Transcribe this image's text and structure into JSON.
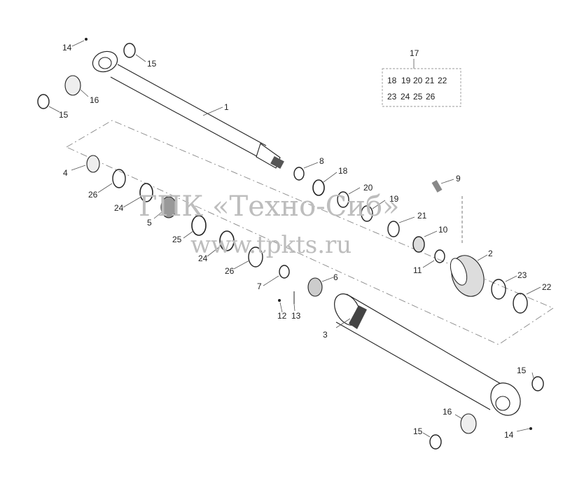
{
  "watermark": {
    "brand": "ГПК «Техно-Сиб»",
    "url": "www.tpkts.ru"
  },
  "kit_box": {
    "number": "17",
    "row1": [
      "18",
      "19",
      "20",
      "21",
      "22"
    ],
    "row2": [
      "23",
      "24",
      "25",
      "26"
    ]
  },
  "callouts": {
    "c1": "1",
    "c2": "2",
    "c3": "3",
    "c4": "4",
    "c5": "5",
    "c6": "6",
    "c7": "7",
    "c8": "8",
    "c9": "9",
    "c10": "10",
    "c11": "11",
    "c12": "12",
    "c13": "13",
    "c14a": "14",
    "c14b": "14",
    "c15a": "15",
    "c15b": "15",
    "c15c": "15",
    "c15d": "15",
    "c16a": "16",
    "c16b": "16",
    "c18": "18",
    "c19": "19",
    "c20": "20",
    "c21": "21",
    "c22": "22",
    "c23": "23",
    "c24a": "24",
    "c24b": "24",
    "c25": "25",
    "c26a": "26",
    "c26b": "26"
  }
}
